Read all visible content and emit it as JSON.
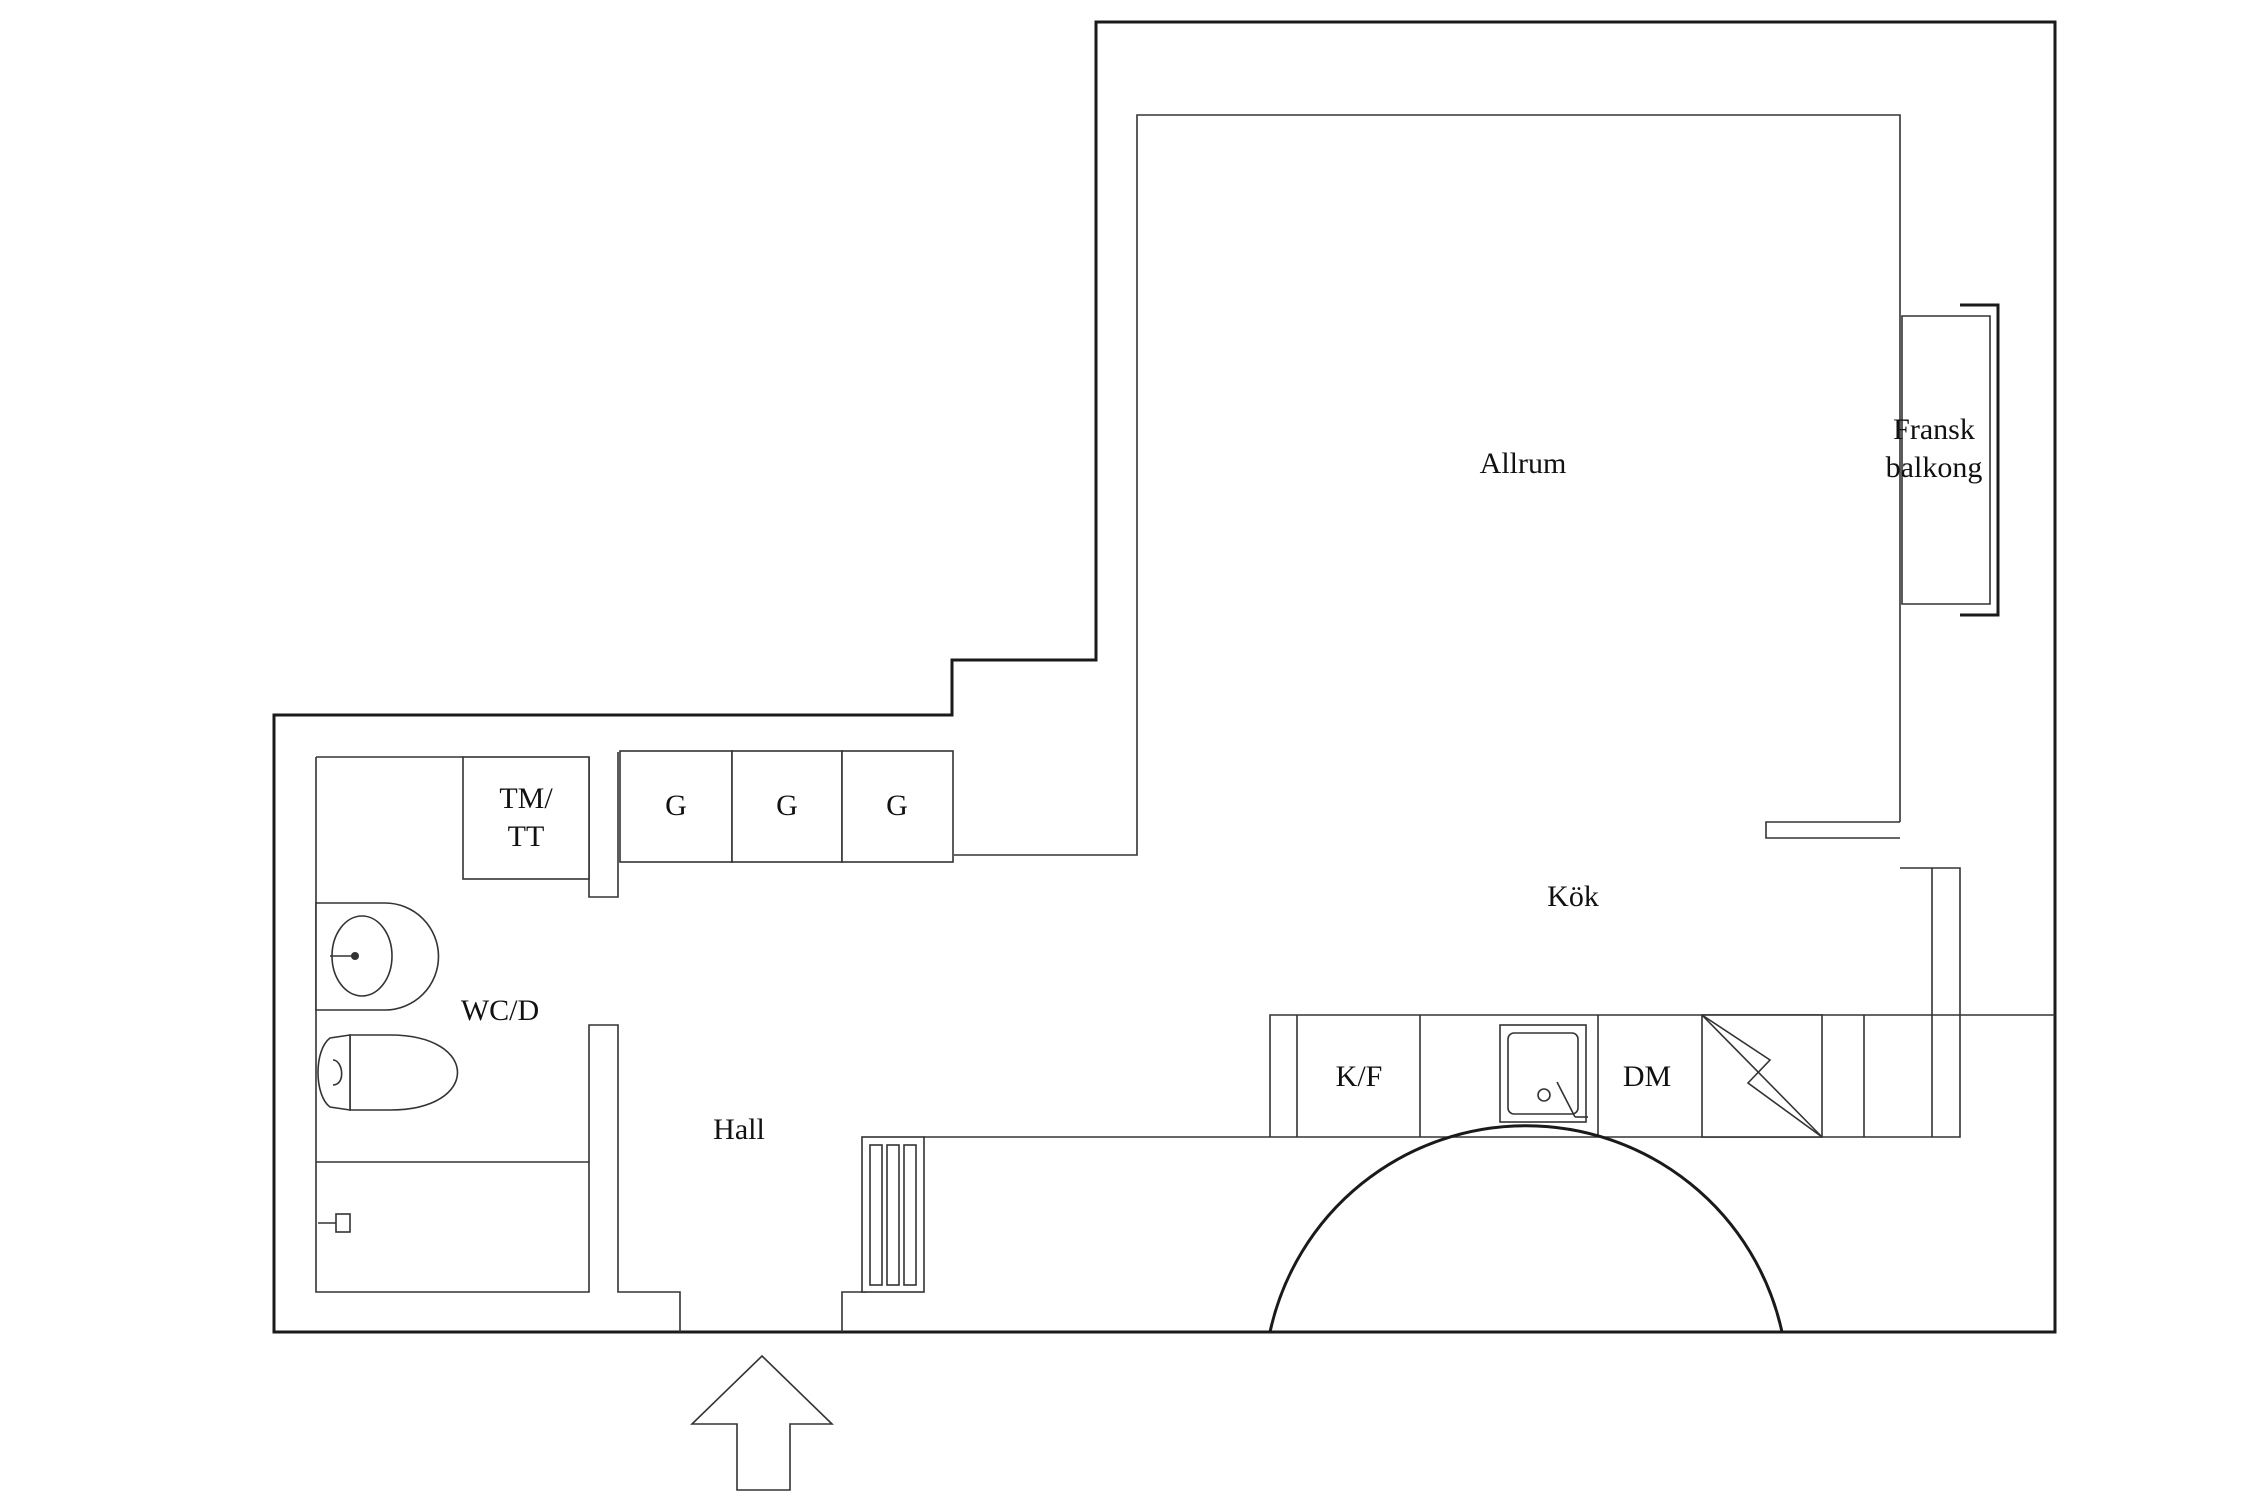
{
  "rooms": {
    "allrum": "Allrum",
    "fransk_balkong_line1": "Fransk",
    "fransk_balkong_line2": "balkong",
    "kok": "Kök",
    "wcd": "WC/D",
    "hall": "Hall"
  },
  "fixtures": {
    "tm_line1": "TM/",
    "tm_line2": "TT",
    "wardrobe_1": "G",
    "wardrobe_2": "G",
    "wardrobe_3": "G",
    "fridge": "K/F",
    "dishwasher": "DM"
  },
  "colors": {
    "wall": "#1a1a1a",
    "line": "#333333",
    "background": "#ffffff"
  },
  "icons": {
    "entrance": "entrance-arrow-icon",
    "sink": "sink-icon",
    "toilet": "toilet-icon",
    "basin": "wash-basin-icon",
    "shower": "shower-icon",
    "stove": "stove-icon",
    "radiator": "radiator-icon"
  }
}
